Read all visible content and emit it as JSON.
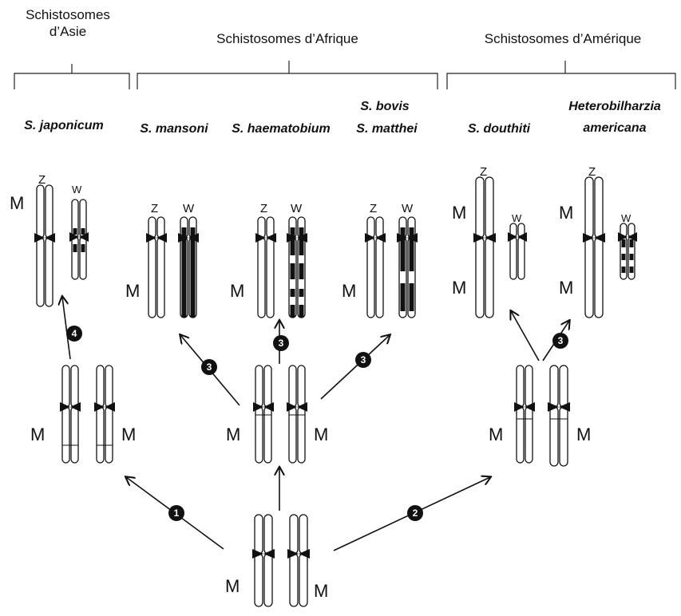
{
  "groups": {
    "asia": "Schistosomes d’Asie",
    "asia_line1": "Schistosomes",
    "asia_line2": "d’Asie",
    "africa": "Schistosomes d’Afrique",
    "america": "Schistosomes d’Amérique"
  },
  "species": {
    "japonicum": "S. japonicum",
    "mansoni": "S. mansoni",
    "haematobium": "S. haematobium",
    "bovis": "S. bovis",
    "matthei": "S. matthei",
    "douthiti": "S. douthiti",
    "heterobilharzia_line1": "Heterobilharzia",
    "heterobilharzia_line2": "americana"
  },
  "chromosome_labels": {
    "male": "M",
    "z": "Z",
    "w": "W"
  },
  "steps": [
    "1",
    "2",
    "3",
    "4"
  ],
  "colors": {
    "ink": "#111111",
    "background": "#ffffff"
  }
}
